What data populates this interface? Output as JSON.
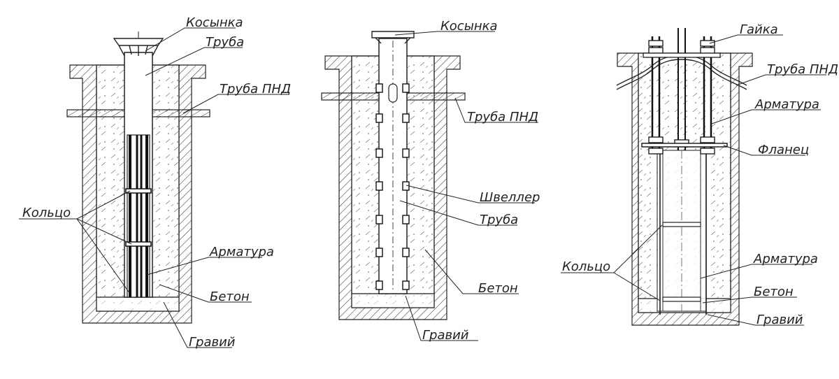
{
  "diagrams": [
    {
      "labels": {
        "kosynka": "Косынка",
        "truba": "Труба",
        "truba_pnd": "Труба ПНД",
        "koltso": "Кольцо",
        "armatura": "Арматура",
        "beton": "Бетон",
        "graviy": "Гравий"
      }
    },
    {
      "labels": {
        "kosynka": "Косынка",
        "truba_pnd": "Труба ПНД",
        "shveller": "Швеллер",
        "truba": "Труба",
        "beton": "Бетон",
        "graviy": "Гравий"
      }
    },
    {
      "labels": {
        "gayka": "Гайка",
        "truba_pnd": "Труба ПНД",
        "armatura": "Арматура",
        "flanets": "Фланец",
        "koltso": "Кольцо",
        "armatura2": "Арматура",
        "beton": "Бетон",
        "graviy": "Гравий"
      }
    }
  ]
}
